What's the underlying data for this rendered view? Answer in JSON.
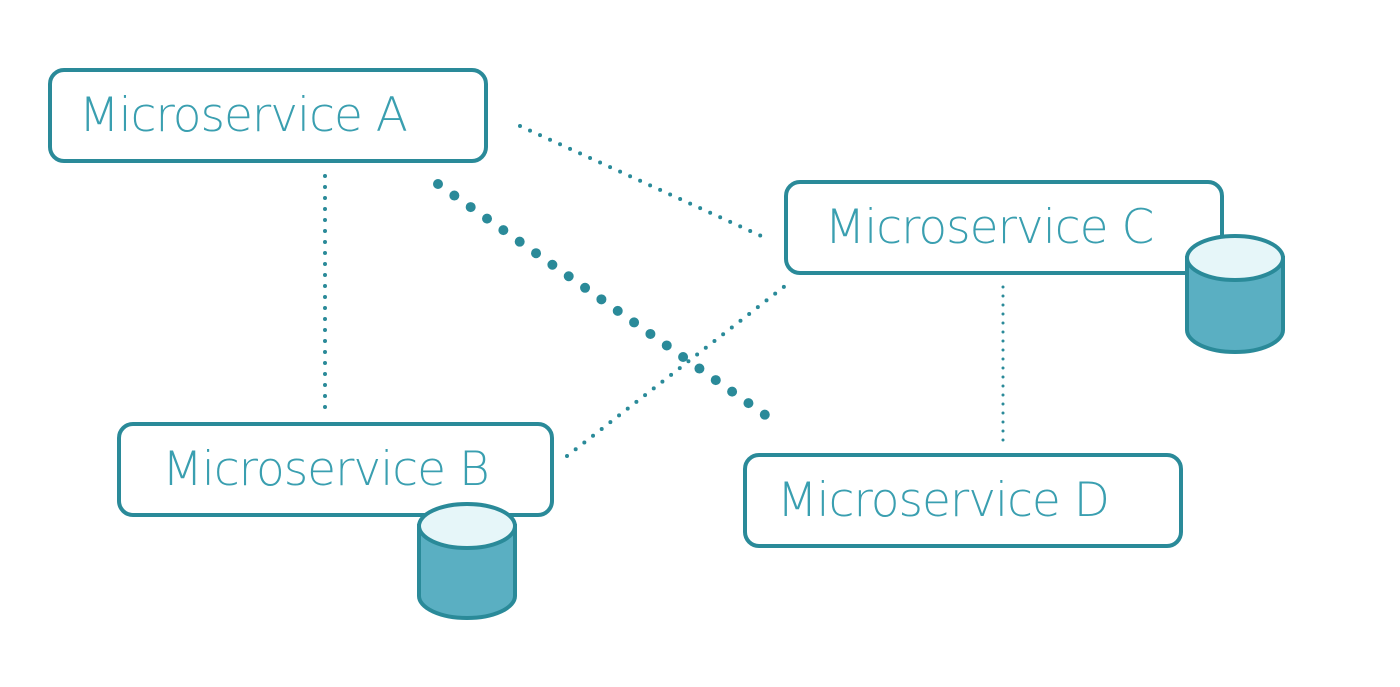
{
  "nodes": {
    "a": {
      "label": "Microservice A"
    },
    "b": {
      "label": "Microservice B"
    },
    "c": {
      "label": "Microservice C"
    },
    "d": {
      "label": "Microservice D"
    }
  },
  "colors": {
    "stroke": "#2a8a99",
    "text": "#3a9fb0",
    "db_fill": "#5aafc2",
    "db_top": "#e6f6f9"
  }
}
